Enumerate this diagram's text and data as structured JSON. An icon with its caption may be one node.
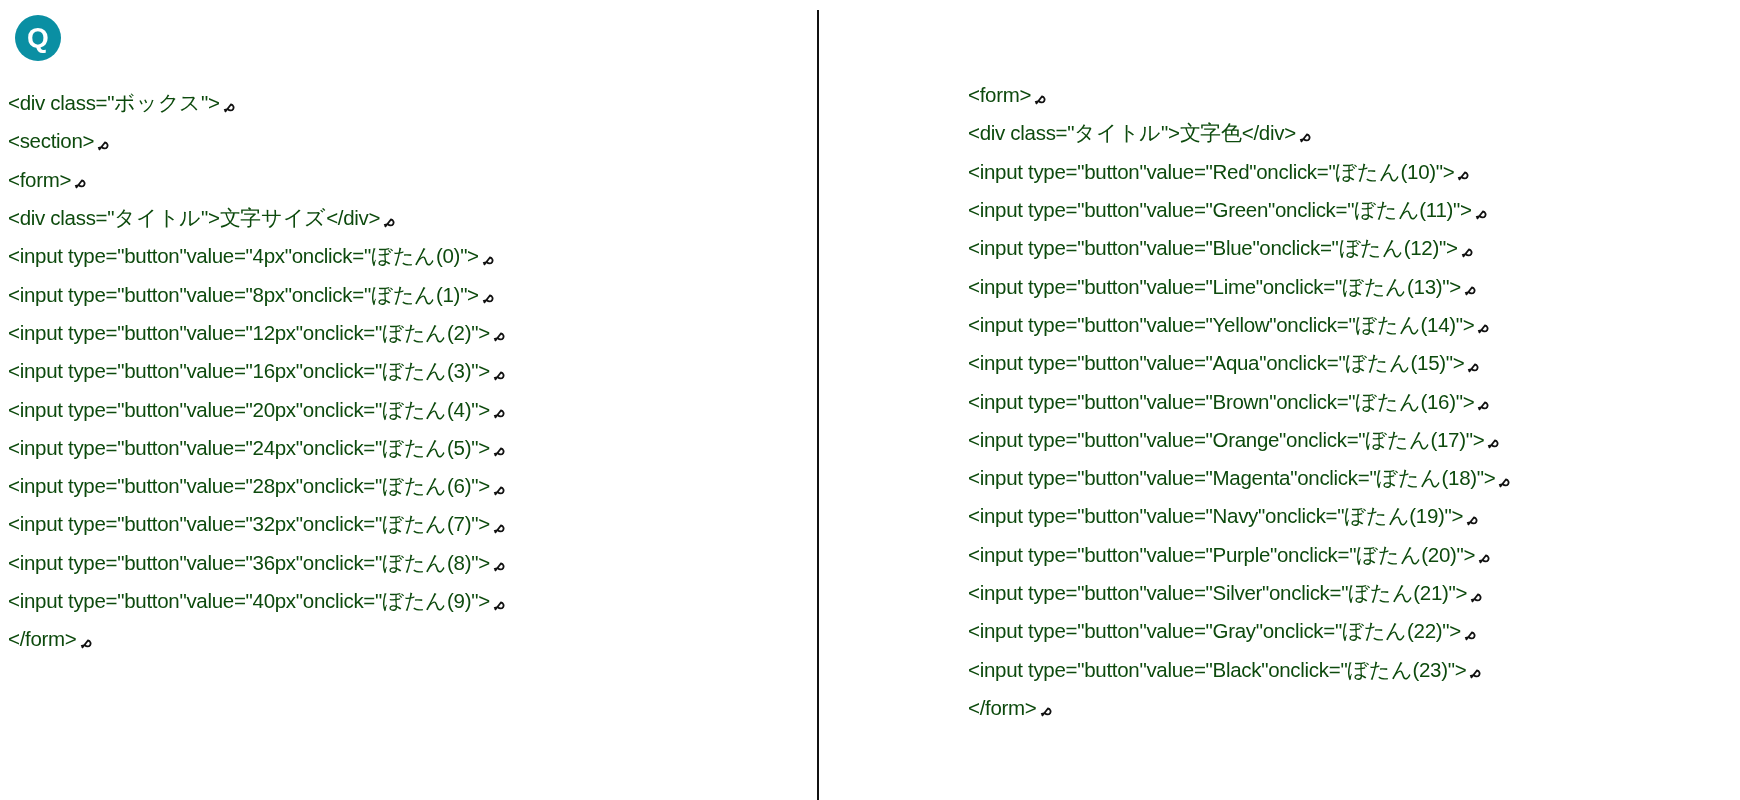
{
  "diagram": {
    "nodes": [
      {
        "text": [
          "Q"
        ]
      }
    ],
    "labels": [
      "<div class=\"ボックス\">",
      "<section>",
      "<form>",
      "<div class=\"タイトル\">文字サイズ</div>",
      "<input type=\"button\"value=\"4px\"onclick=\"ぼたん(0)\">",
      "<input type=\"button\"value=\"8px\"onclick=\"ぼたん(1)\">",
      "<input type=\"button\"value=\"12px\"onclick=\"ぼたん(2)\">",
      "<input type=\"button\"value=\"16px\"onclick=\"ぼたん(3)\">",
      "<input type=\"button\"value=\"20px\"onclick=\"ぼたん(4)\">",
      "<input type=\"button\"value=\"24px\"onclick=\"ぼたん(5)\">",
      "<input type=\"button\"value=\"28px\"onclick=\"ぼたん(6)\">",
      "<input type=\"button\"value=\"32px\"onclick=\"ぼたん(7)\">",
      "<input type=\"button\"value=\"36px\"onclick=\"ぼたん(8)\">",
      "<input type=\"button\"value=\"40px\"onclick=\"ぼたん(9)\">",
      "</form>",
      "<form>",
      "<div class=\"タイトル\">文字色</div>",
      "<input type=\"button\"value=\"Red\"onclick=\"ぼたん(10)\">",
      "<input type=\"button\"value=\"Green\"onclick=\"ぼたん(11)\">",
      "<input type=\"button\"value=\"Blue\"onclick=\"ぼたん(12)\">",
      "<input type=\"button\"value=\"Lime\"onclick=\"ぼたん(13)\">",
      "<input type=\"button\"value=\"Yellow\"onclick=\"ぼたん(14)\">",
      "<input type=\"button\"value=\"Aqua\"onclick=\"ぼたん(15)\">",
      "<input type=\"button\"value=\"Brown\"onclick=\"ぼたん(16)\">",
      "<input type=\"button\"value=\"Orange\"onclick=\"ぼたん(17)\">",
      "<input type=\"button\"value=\"Magenta\"onclick=\"ぼたん(18)\">",
      "<input type=\"button\"value=\"Navy\"onclick=\"ぼたん(19)\">",
      "<input type=\"button\"value=\"Purple\"onclick=\"ぼたん(20)\">",
      "<input type=\"button\"value=\"Silver\"onclick=\"ぼたん(21)\">",
      "<input type=\"button\"value=\"Gray\"onclick=\"ぼたん(22)\">",
      "<input type=\"button\"value=\"Black\"onclick=\"ぼたん(23)\">",
      "</form>"
    ]
  }
}
